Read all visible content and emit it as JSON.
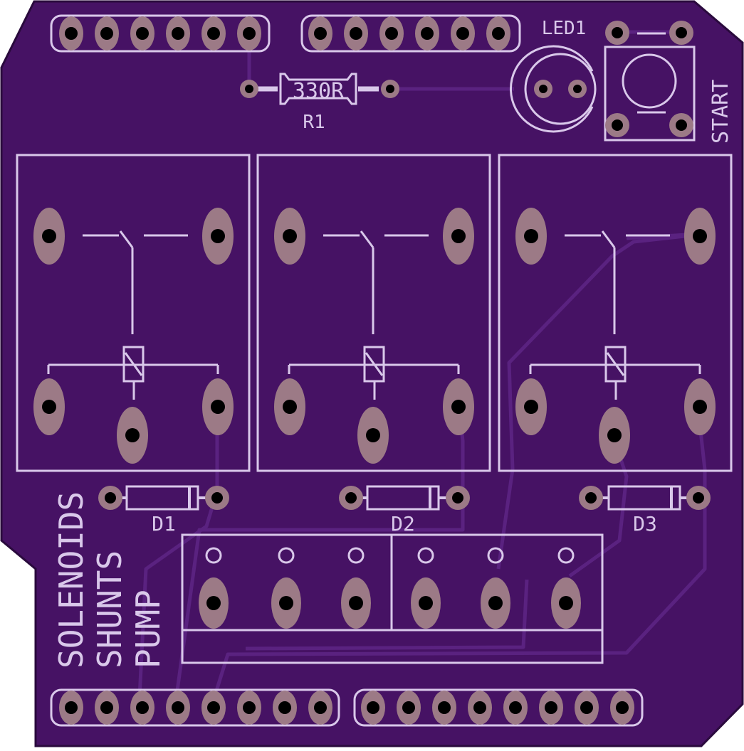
{
  "colors": {
    "board": "#461264",
    "board_edge": "#2a0a3d",
    "copper_trace": "#5a2280",
    "pad": "#9c7a86",
    "hole": "#000000",
    "silk": "#d9c8ea"
  },
  "silkscreen": {
    "resistor_value": "330R",
    "resistor_name": "R1",
    "led_name": "LED1",
    "button_name": "START",
    "diode_1": "D1",
    "diode_2": "D2",
    "diode_3": "D3",
    "label_solenoids": "SOLENOIDS",
    "label_shunts": "SHUNTS",
    "label_pump": "PUMP"
  }
}
